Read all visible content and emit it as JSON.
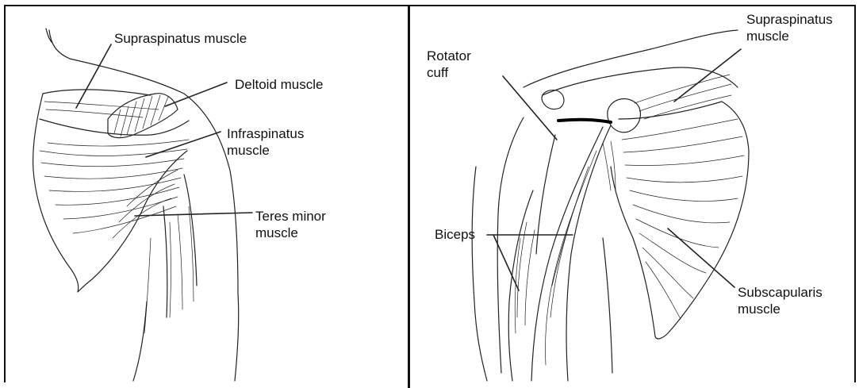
{
  "panels": {
    "left": {
      "labels": {
        "supraspinatus": "Supraspinatus muscle",
        "deltoid": "Deltoid muscle",
        "infraspinatus_1": "Infraspinatus",
        "infraspinatus_2": "muscle",
        "teres_1": "Teres minor",
        "teres_2": "muscle"
      }
    },
    "right": {
      "labels": {
        "supraspinatus_1": "Supraspinatus",
        "supraspinatus_2": "muscle",
        "rotator_1": "Rotator",
        "rotator_2": "cuff",
        "biceps": "Biceps",
        "subscapularis_1": "Subscapularis",
        "subscapularis_2": "muscle"
      }
    }
  }
}
